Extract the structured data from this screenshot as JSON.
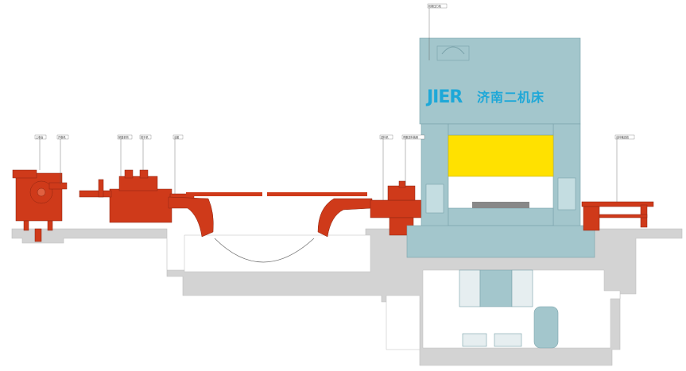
{
  "colors": {
    "machine_red": "#cf3a1a",
    "press_blue": "#a3c6cc",
    "press_blue_dark": "#7aa2aa",
    "die_yellow": "#ffe100",
    "logo_blue": "#1ea8d8",
    "foundation_gray": "#d3d3d3",
    "leader_line": "#555555"
  },
  "logo": {
    "latin": "JIER",
    "chinese": "济南二机床"
  },
  "callouts": [
    {
      "id": "callout-uncoiler",
      "text": "上卷台"
    },
    {
      "id": "callout-uncoiler-2",
      "text": "开卷机"
    },
    {
      "id": "callout-straightener",
      "text": "矫直机构"
    },
    {
      "id": "callout-straightener-2",
      "text": "校平机"
    },
    {
      "id": "callout-loop",
      "text": "活套"
    },
    {
      "id": "callout-feeder",
      "text": "送料机"
    },
    {
      "id": "callout-feeder-2",
      "text": "伺服送料装置"
    },
    {
      "id": "callout-press",
      "text": "机械压力机"
    },
    {
      "id": "callout-conveyor",
      "text": "出料输送线"
    }
  ]
}
